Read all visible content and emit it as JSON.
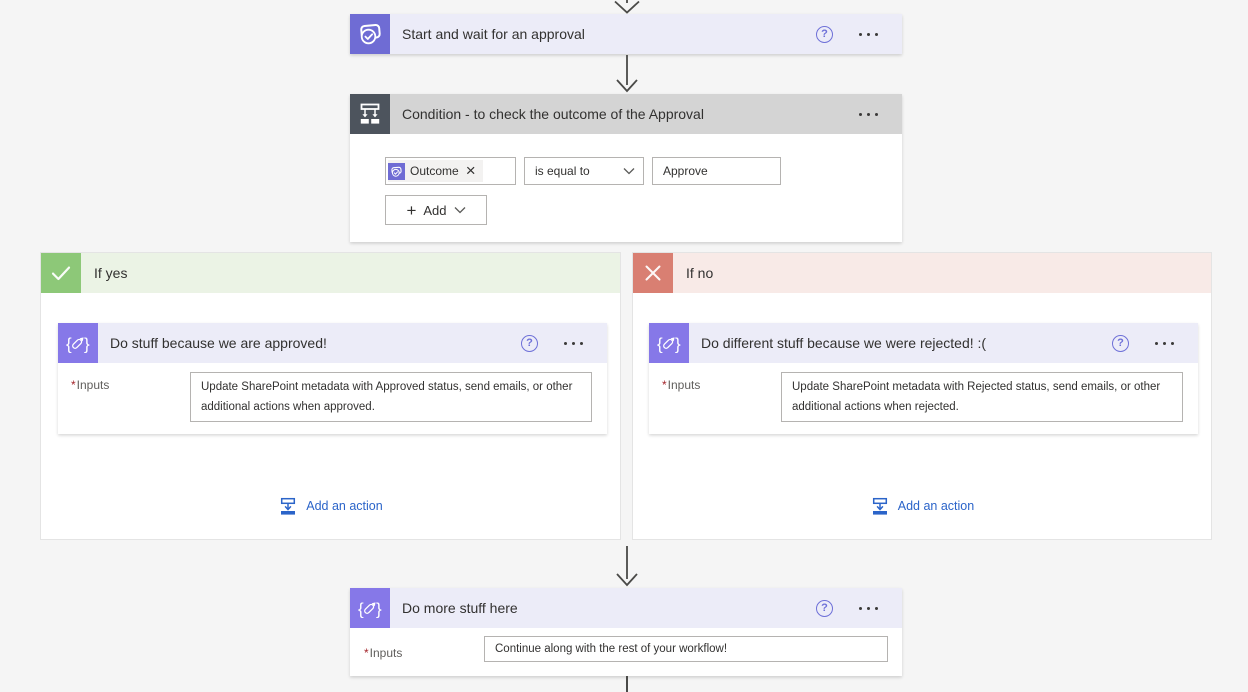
{
  "common": {
    "required_mark": "*"
  },
  "icons": {
    "help": "?",
    "remove_token": "×"
  },
  "colors": {
    "approval_icon_bg": "#6f6cd4",
    "compose_icon_bg": "#8678e8",
    "condition_icon_bg": "#4d545d",
    "action_header_bg": "#ececf8",
    "condition_header_bg": "#d4d4d4",
    "if_yes_icon_bg": "#8dc878",
    "if_yes_header_bg": "#ebf3e5",
    "if_no_icon_bg": "#d97f72",
    "if_no_header_bg": "#f8eae7",
    "link_blue": "#2b64c9",
    "help_icon": "#6e70d8"
  },
  "flow": {
    "approval": {
      "title": "Start and wait for an approval"
    },
    "condition": {
      "title": "Condition - to check the outcome of the Approval",
      "operand": "Outcome",
      "operator": "is equal to",
      "value": "Approve",
      "add_label": "Add"
    },
    "if_yes": {
      "label": "If yes",
      "action": {
        "title": "Do stuff because we are approved!",
        "inputs_label": "Inputs",
        "inputs_value": "Update SharePoint metadata with Approved status, send emails, or other additional actions when approved."
      },
      "add_action_label": "Add an action"
    },
    "if_no": {
      "label": "If no",
      "action": {
        "title": "Do different stuff because we were rejected! :(",
        "inputs_label": "Inputs",
        "inputs_value": "Update SharePoint metadata with Rejected status, send emails, or other additional actions when rejected."
      },
      "add_action_label": "Add an action"
    },
    "do_more": {
      "title": "Do more stuff here",
      "inputs_label": "Inputs",
      "inputs_value": "Continue along with the rest of your workflow!"
    }
  }
}
